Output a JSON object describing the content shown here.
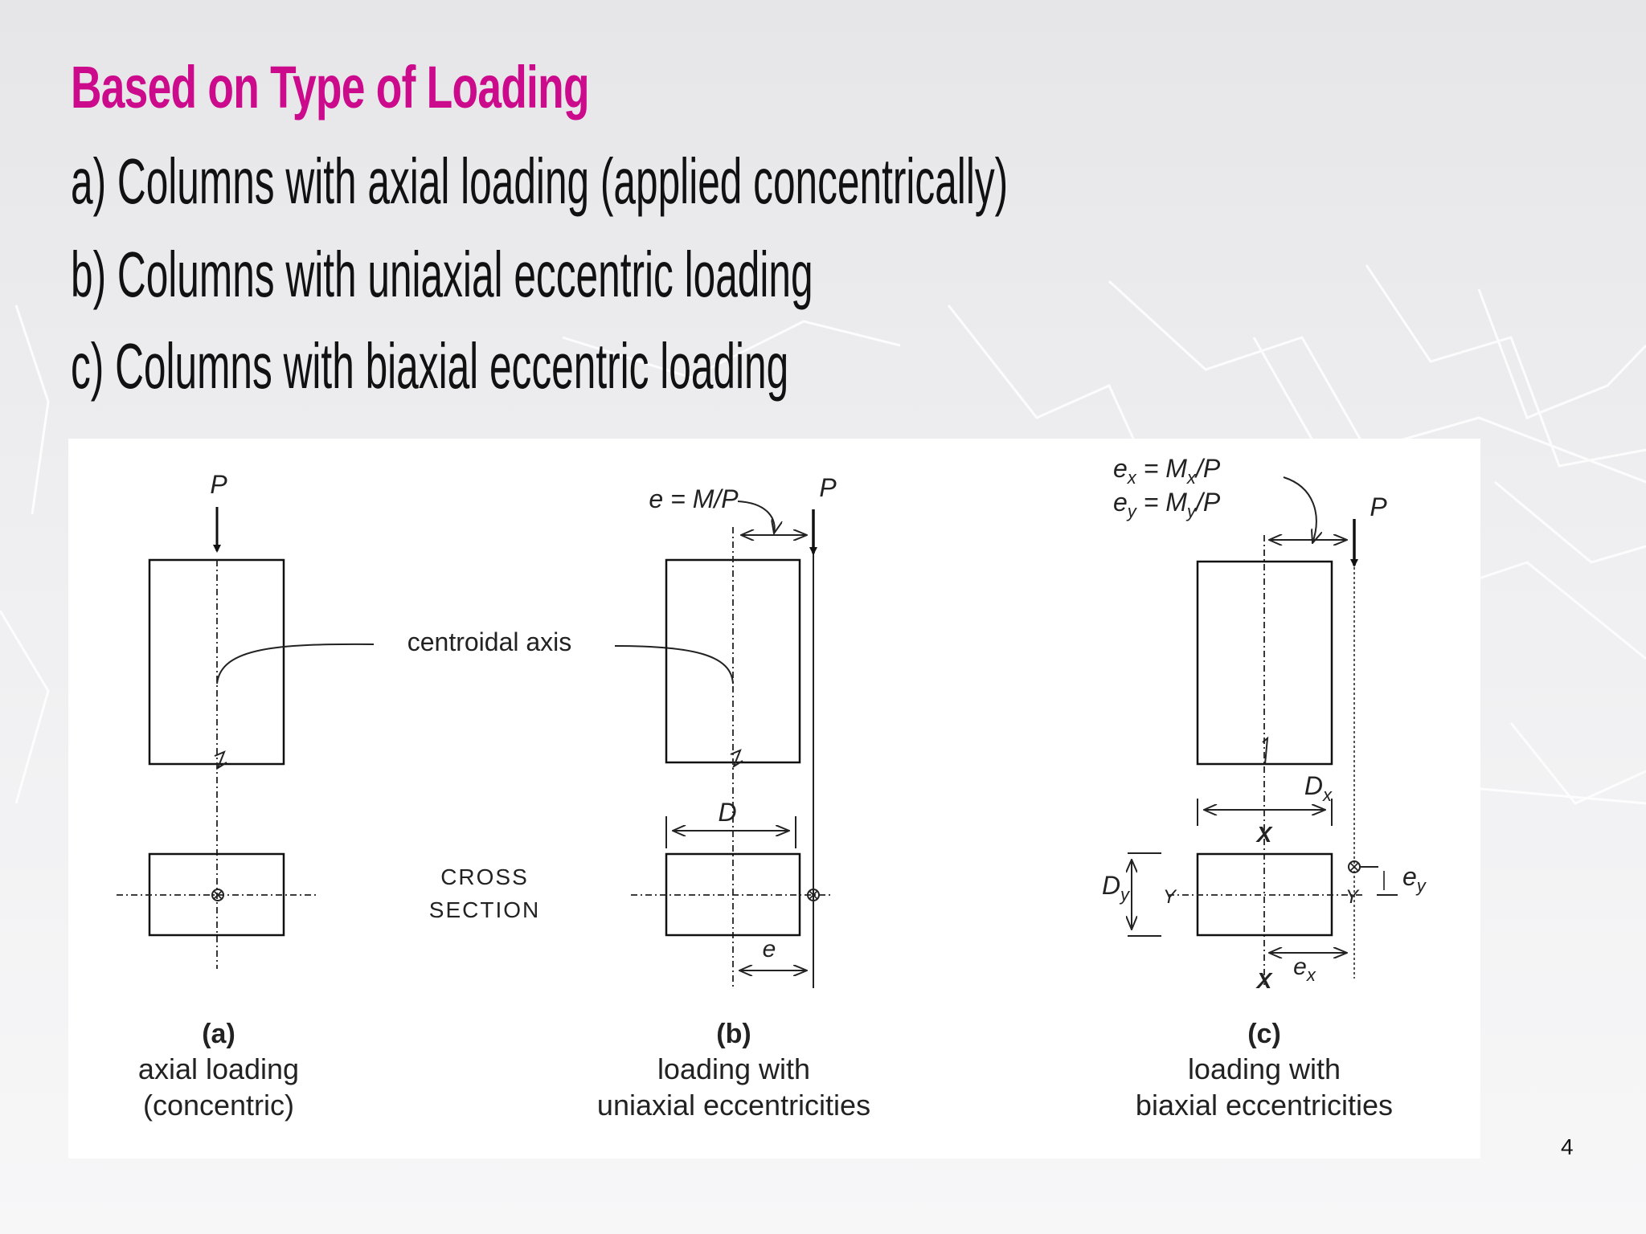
{
  "slide": {
    "title": "Based on Type of Loading",
    "title_color": "#cc0a8c",
    "bullets": [
      "a) Columns with axial loading (applied concentrically)",
      "b) Columns with uniaxial eccentric loading",
      "c) Columns with biaxial eccentric loading"
    ],
    "page_number": "4"
  },
  "figure": {
    "a": {
      "load": "P",
      "caption_letter": "(a)",
      "caption_line1": "axial loading",
      "caption_line2": "(concentric)"
    },
    "centroidal_axis": "centroidal axis",
    "cross_section_line1": "CROSS",
    "cross_section_line2": "SECTION",
    "b": {
      "load": "P",
      "eccentricity_formula": "e = M/P",
      "depth": "D",
      "ecc": "e",
      "caption_letter": "(b)",
      "caption_line1": "loading with",
      "caption_line2": "uniaxial eccentricities"
    },
    "c": {
      "load": "P",
      "ex_formula_pre": "e",
      "ex_formula_sub": "x",
      "ex_formula_mid": " = M",
      "ex_formula_sub2": "x",
      "ex_formula_post": "/P",
      "ey_formula_pre": "e",
      "ey_formula_sub": "y",
      "ey_formula_mid": " = M",
      "ey_formula_sub2": "y",
      "ey_formula_post": "/P",
      "dx_main": "D",
      "dx_sub": "x",
      "dy_main": "D",
      "dy_sub": "y",
      "axis_x": "X",
      "axis_y": "Y",
      "ex_main": "e",
      "ex_sub": "x",
      "ey_main": "e",
      "ey_sub": "y",
      "caption_letter": "(c)",
      "caption_line1": "loading with",
      "caption_line2": "biaxial eccentricities"
    }
  }
}
